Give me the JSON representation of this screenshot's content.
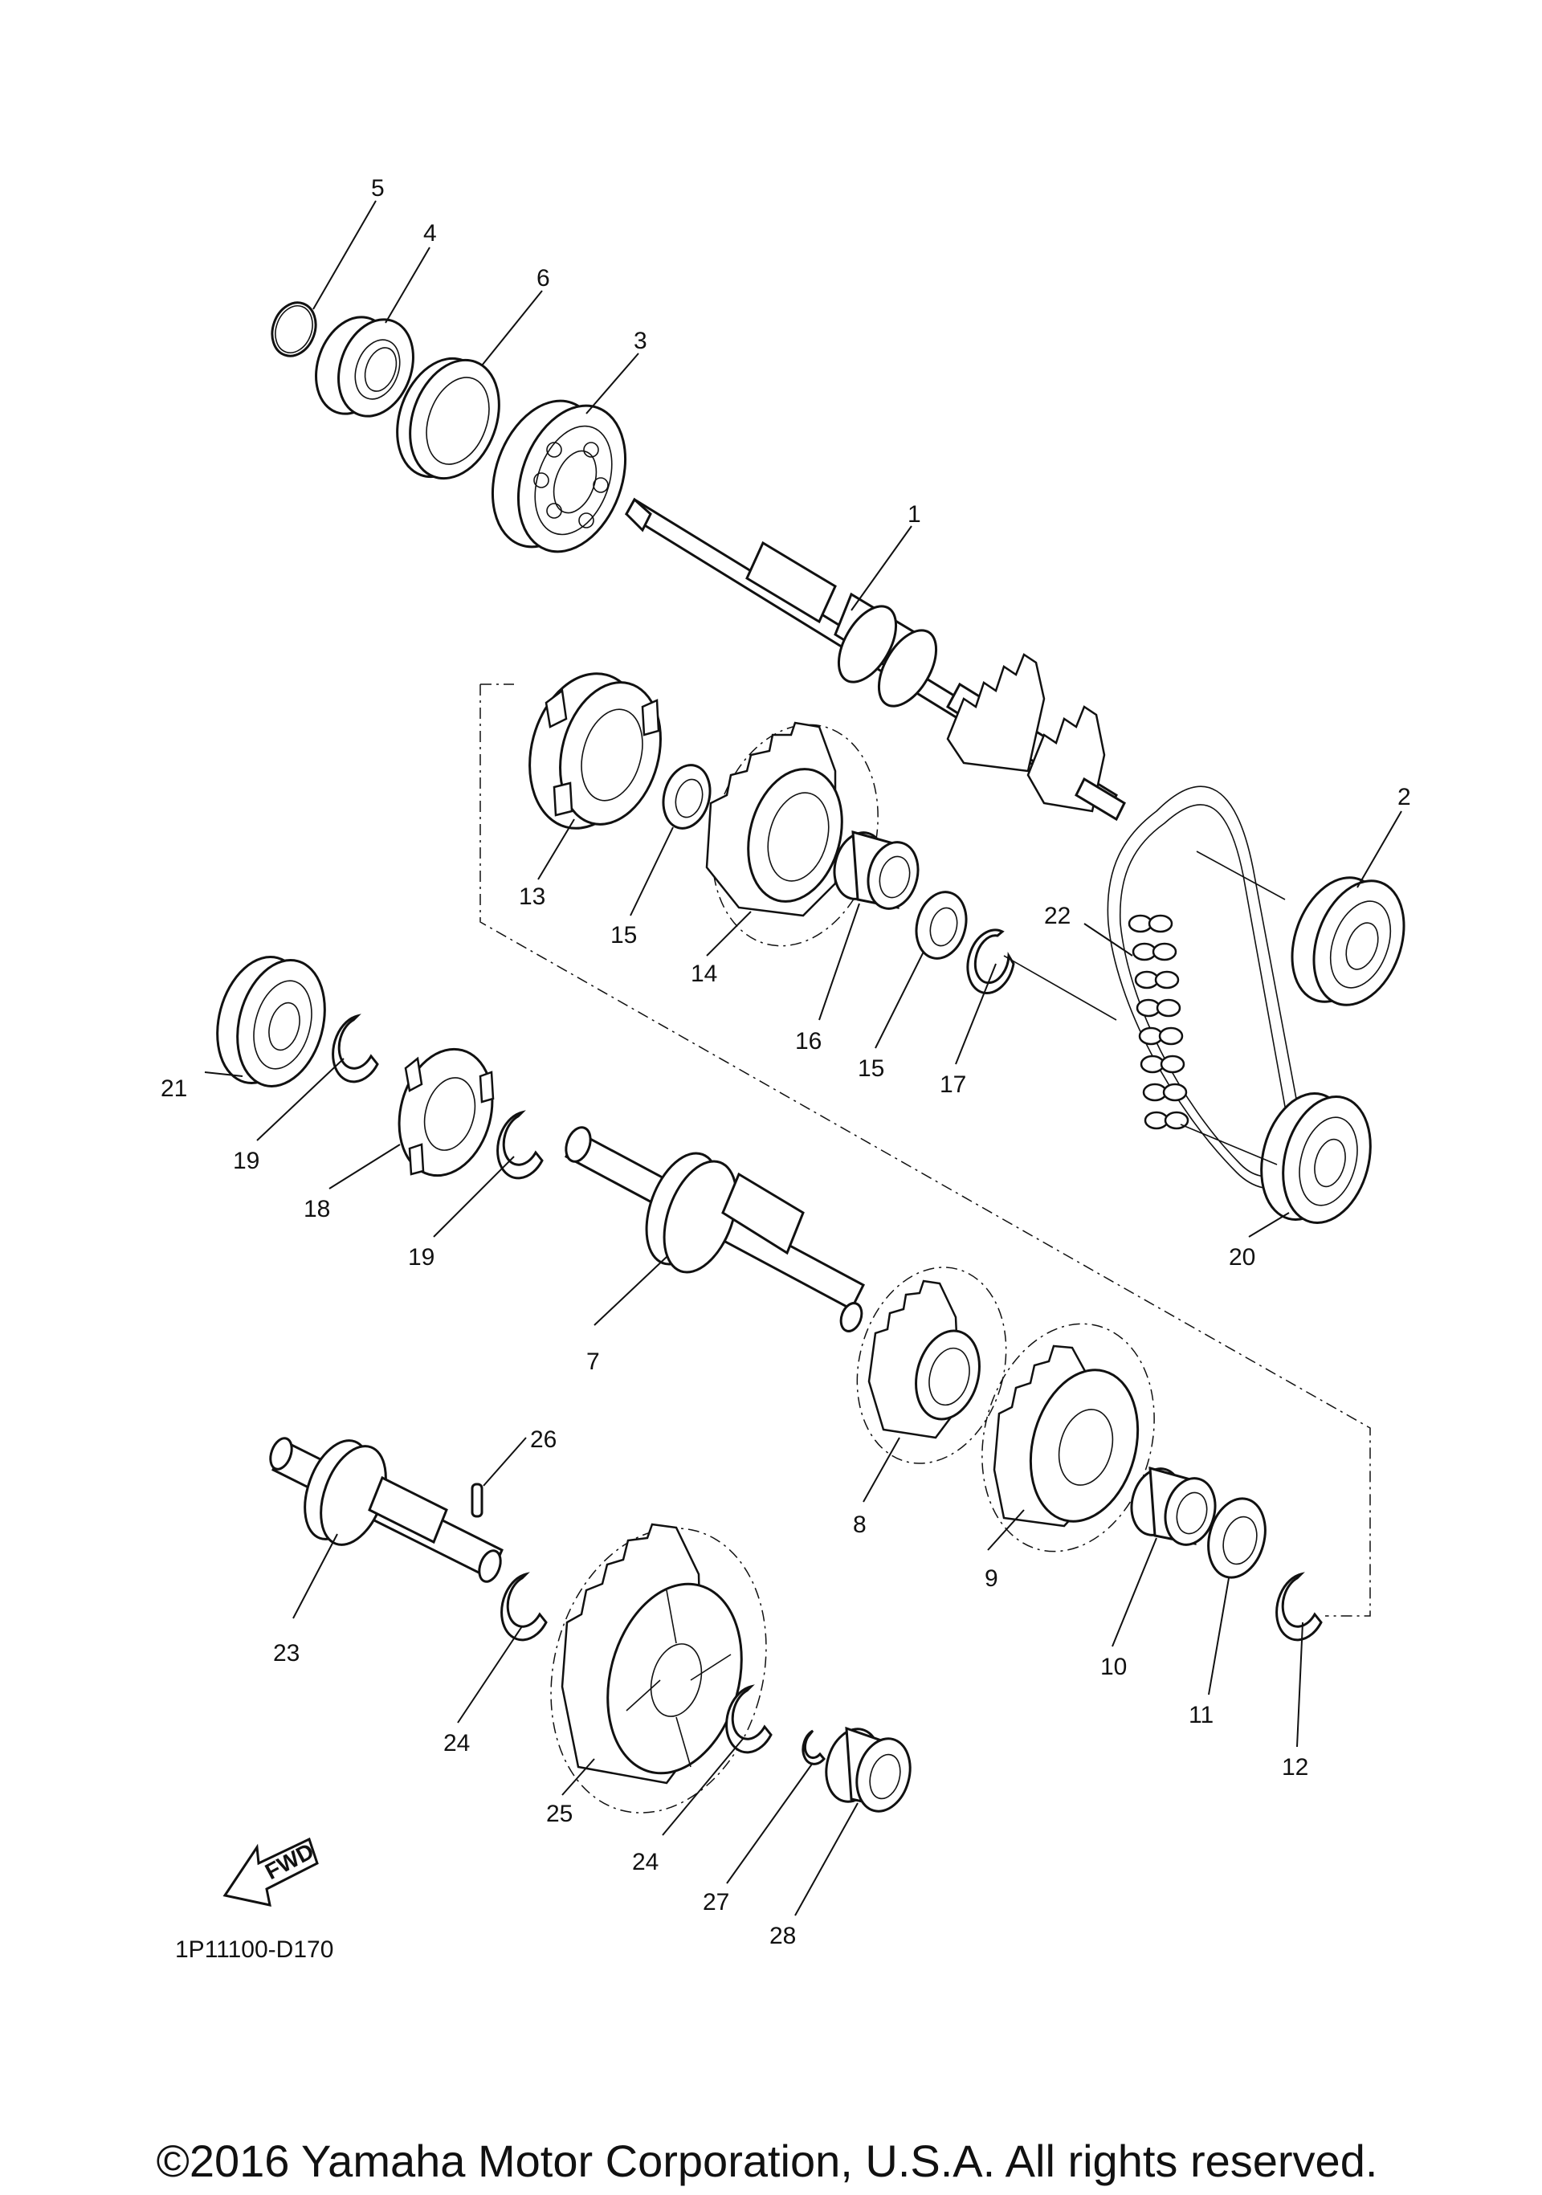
{
  "diagram": {
    "code": "1P11100-D170",
    "copyright": "©2016 Yamaha Motor Corporation, U.S.A. All rights reserved.",
    "fwd_label": "FWD",
    "callouts": [
      {
        "id": "5",
        "text": "5"
      },
      {
        "id": "4",
        "text": "4"
      },
      {
        "id": "6",
        "text": "6"
      },
      {
        "id": "3",
        "text": "3"
      },
      {
        "id": "1",
        "text": "1"
      },
      {
        "id": "2",
        "text": "2"
      },
      {
        "id": "13",
        "text": "13"
      },
      {
        "id": "15a",
        "text": "15"
      },
      {
        "id": "14",
        "text": "14"
      },
      {
        "id": "22",
        "text": "22"
      },
      {
        "id": "16",
        "text": "16"
      },
      {
        "id": "15b",
        "text": "15"
      },
      {
        "id": "17",
        "text": "17"
      },
      {
        "id": "21",
        "text": "21"
      },
      {
        "id": "19a",
        "text": "19"
      },
      {
        "id": "18",
        "text": "18"
      },
      {
        "id": "19b",
        "text": "19"
      },
      {
        "id": "20",
        "text": "20"
      },
      {
        "id": "7",
        "text": "7"
      },
      {
        "id": "26",
        "text": "26"
      },
      {
        "id": "8",
        "text": "8"
      },
      {
        "id": "9",
        "text": "9"
      },
      {
        "id": "23",
        "text": "23"
      },
      {
        "id": "10",
        "text": "10"
      },
      {
        "id": "11",
        "text": "11"
      },
      {
        "id": "24a",
        "text": "24"
      },
      {
        "id": "12",
        "text": "12"
      },
      {
        "id": "25",
        "text": "25"
      },
      {
        "id": "24b",
        "text": "24"
      },
      {
        "id": "27",
        "text": "27"
      },
      {
        "id": "28",
        "text": "28"
      }
    ]
  }
}
